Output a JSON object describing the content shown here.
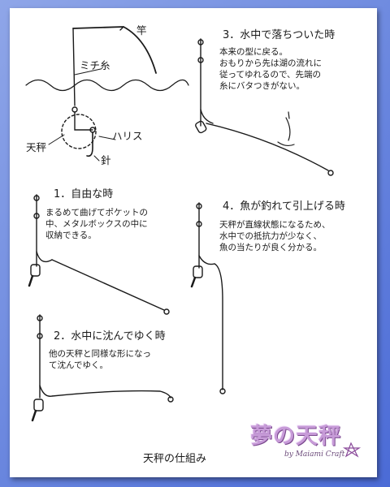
{
  "labels": {
    "rod": "竿",
    "line": "ミチ糸",
    "leader": "ハリス",
    "tenbin": "天秤",
    "hook": "針"
  },
  "panels": [
    {
      "heading": "3．水中で落ちついた時",
      "body": [
        "本来の型に戻る。",
        "おもりから先は湖の流れに",
        "従ってゆれるので、先端の",
        "糸にバタつきがない。"
      ]
    },
    {
      "heading": "1．自由な時",
      "body": [
        "まるめて曲げてポケットの",
        "中、メタルボックスの中に",
        "収納できる。"
      ]
    },
    {
      "heading": "4．魚が釣れて引上げる時",
      "body": [
        "天秤が直線状態になるため、",
        "水中での抵抗力が少なく、",
        "魚の当たりが良く分かる。"
      ]
    },
    {
      "heading": "2．水中に沈んでゆく時",
      "body": [
        "他の天秤と同様な形になっ",
        "て沈んでゆく。"
      ]
    }
  ],
  "caption": "天秤の仕組み",
  "brand": {
    "logo": "夢の天秤",
    "signature": "by Maiami Craft"
  }
}
